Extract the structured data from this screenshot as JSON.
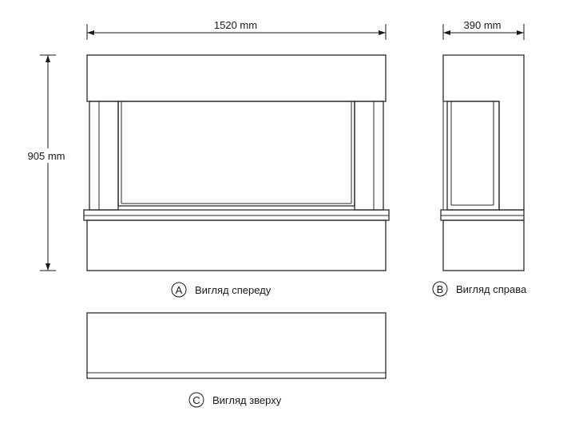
{
  "dimensions": {
    "width": "1520 mm",
    "depth": "390 mm",
    "height": "905 mm"
  },
  "views": {
    "front": {
      "letter": "A",
      "caption": "Вигляд спереду"
    },
    "side": {
      "letter": "B",
      "caption": "Вигляд справа"
    },
    "top": {
      "letter": "C",
      "caption": "Вигляд зверху"
    }
  }
}
